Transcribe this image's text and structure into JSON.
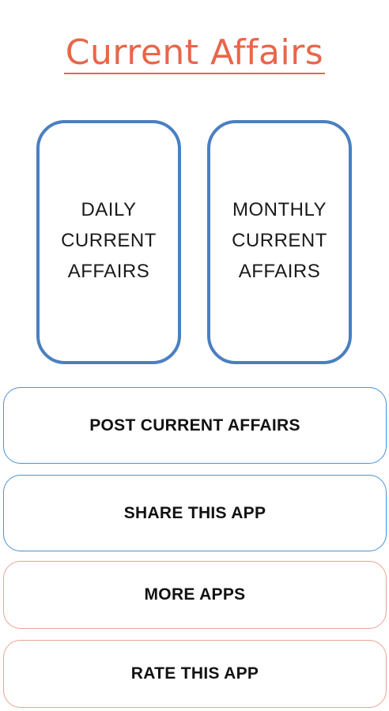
{
  "header": {
    "title": "Current Affairs"
  },
  "cards": [
    {
      "lines": [
        "DAILY",
        "CURRENT",
        "AFFAIRS"
      ]
    },
    {
      "lines": [
        "MONTHLY",
        "CURRENT",
        "AFFAIRS"
      ]
    }
  ],
  "buttons": {
    "post": "POST CURRENT AFFAIRS",
    "share": "SHARE THIS APP",
    "more": "MORE APPS",
    "rate": "RATE THIS APP"
  },
  "colors": {
    "title": "#E8664A",
    "card_border": "#4A7FC1",
    "blue_button_border": "#4A92D6",
    "red_button_border": "#E8A595",
    "background": "#FFFFFF"
  }
}
